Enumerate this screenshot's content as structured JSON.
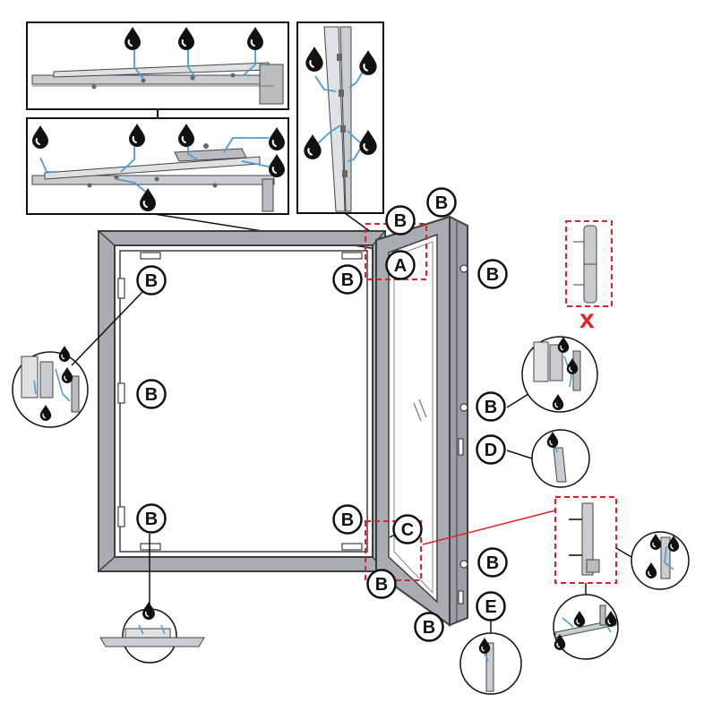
{
  "labels": {
    "A": "A",
    "B": "B",
    "C": "C",
    "D": "D",
    "E": "E"
  },
  "not_allowed_mark": "x",
  "colors": {
    "frame": "#a9adb1",
    "frame_edge": "#3c3f42",
    "accent_red": "#e0212b",
    "lube_blue": "#4a9fd6",
    "drop": "#111111",
    "hardware": "#c9ccd0"
  },
  "icons": {
    "lubrication_point": "oil-drop-icon",
    "forbidden": "cross-mark-icon"
  }
}
